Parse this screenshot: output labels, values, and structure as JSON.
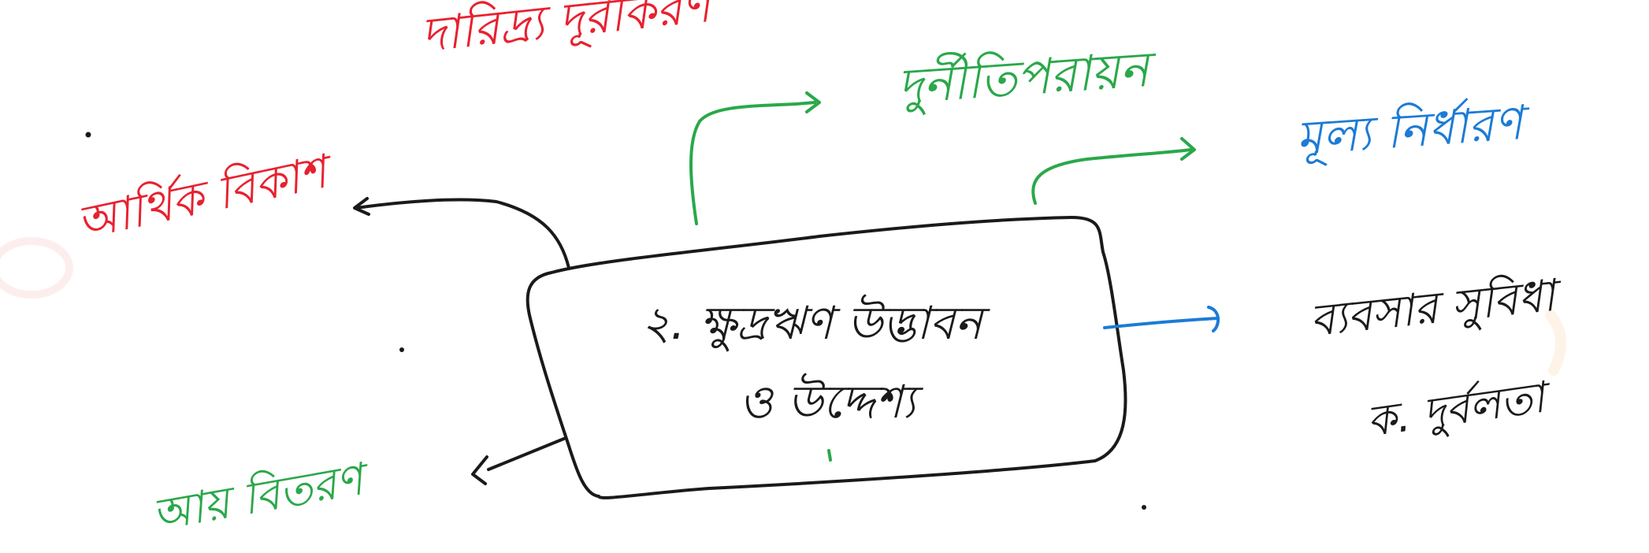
{
  "center": {
    "line1": "২. ক্ষুদ্রঋণ উদ্ভাবন",
    "line2": "ও উদ্দেশ্য",
    "color": "#1a1a1a"
  },
  "branches": [
    {
      "id": "top-red",
      "text": "দারিদ্র্য দূরীকরণ",
      "color": "#e8212f"
    },
    {
      "id": "top-green",
      "text": "দুর্নীতিপরায়ন",
      "color": "#2aa84a"
    },
    {
      "id": "upper-blue",
      "text": "মূল্য নির্ধারণ",
      "color": "#1c7bd6"
    },
    {
      "id": "left-red",
      "text": "আর্থিক বিকাশ",
      "color": "#e8212f"
    },
    {
      "id": "right-black",
      "text": "ব্যবসার সুবিধা",
      "color": "#1a1a1a"
    },
    {
      "id": "right-black-2",
      "text": "ক. দুর্বলতা",
      "color": "#1a1a1a"
    },
    {
      "id": "bottom-green",
      "text": "আয় বিতরণ",
      "color": "#2aa84a"
    }
  ],
  "colors": {
    "ink_black": "#1a1a1a",
    "ink_red": "#e8212f",
    "ink_green": "#2aa84a",
    "ink_blue": "#1c7bd6",
    "background": "#ffffff"
  }
}
